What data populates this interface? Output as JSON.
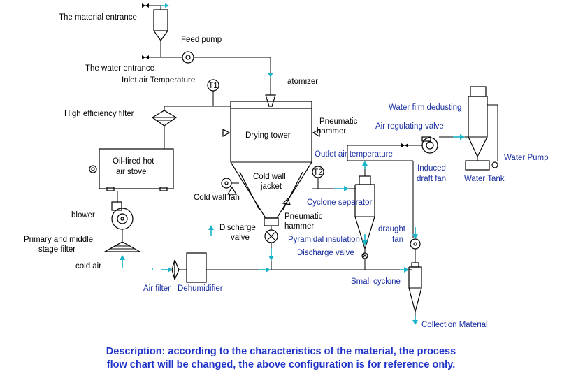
{
  "labels": {
    "material_entrance": "The material entrance",
    "feed_pump": "Feed pump",
    "water_entrance": "The water entrance",
    "inlet_air_temperature": "Inlet air Temperature",
    "atomizer": "atomizer",
    "high_efficiency_filter": "High efficiency filter",
    "pneumatic_hammer_top_1": "Pneumatic",
    "pneumatic_hammer_top_2": "hammer",
    "drying_tower": "Drying tower",
    "oil_stove_1": "Oil-fired hot",
    "oil_stove_2": "air stove",
    "cold_wall_jacket_1": "Cold wall",
    "cold_wall_jacket_2": "jacket",
    "cold_wall_fan": "Cold wall fan",
    "blower": "blower",
    "pneumatic_hammer_bottom_1": "Pneumatic",
    "pneumatic_hammer_bottom_2": "hammer",
    "discharge_valve_main_1": "Discharge",
    "discharge_valve_main_2": "valve",
    "primary_filter_1": "Primary and middle",
    "primary_filter_2": "stage filter",
    "cold_air": "cold air",
    "air_filter": "Air filter",
    "dehumidifier": "Dehumidifier",
    "water_film_dedusting": "Water film dedusting",
    "air_regulating_valve": "Air regulating valve",
    "outlet_air_temperature": "Outlet air temperature",
    "induced_draft_fan_1": "Induced",
    "induced_draft_fan_2": "draft fan",
    "water_pump": "Water Pump",
    "water_tank": "Water Tank",
    "cyclone_separator": "Cyclone separator",
    "draught_fan_1": "draught",
    "draught_fan_2": "fan",
    "pyramidal_insulation": "Pyramidal insulation",
    "discharge_valve_cyclone": "Discharge valve",
    "small_cyclone": "Small cyclone",
    "collection_material": "Collection Material",
    "sensor_t1": "T1",
    "sensor_t2": "T2"
  },
  "description": {
    "line1": "Description: according to the characteristics of the material, the process",
    "line2": "flow chart will be changed, the above configuration is for reference only."
  },
  "colors": {
    "label_black": "#000000",
    "label_blue": "#1a2fa0",
    "description_blue": "#1f33c9",
    "flow_arrow_cyan": "#19b3c8"
  }
}
